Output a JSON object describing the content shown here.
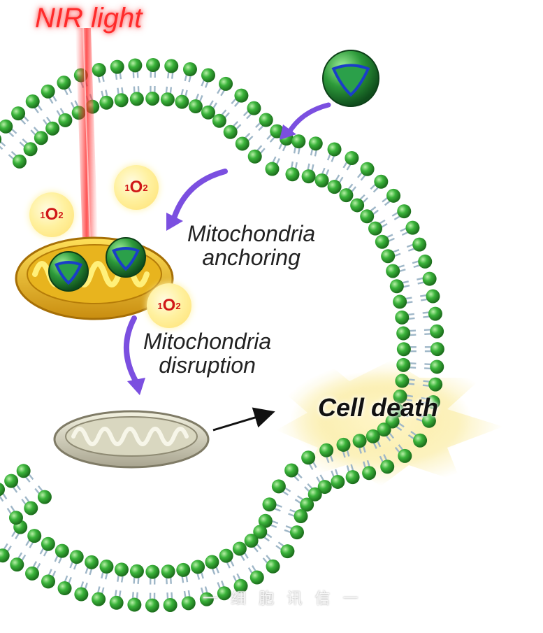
{
  "labels": {
    "nir_light": "NIR light",
    "anchoring_line1": "Mitochondria",
    "anchoring_line2": "anchoring",
    "disruption_line1": "Mitochondria",
    "disruption_line2": "disruption",
    "cell_death": "Cell death",
    "singlet_oxygen": {
      "sup": "1",
      "base": "O",
      "sub": "2"
    },
    "watermark": "一 细 胞 讯 信 一"
  },
  "colors": {
    "membrane_head": "#2ea82e",
    "membrane_tail": "#9fb7c8",
    "laser": "#ff3030",
    "arrow_purple": "#7b4fe0",
    "mitochondria_healthy": "#f2c21a",
    "mitochondria_damaged": "#e4e2cc",
    "cell_death_glow": "#fbefb0"
  }
}
